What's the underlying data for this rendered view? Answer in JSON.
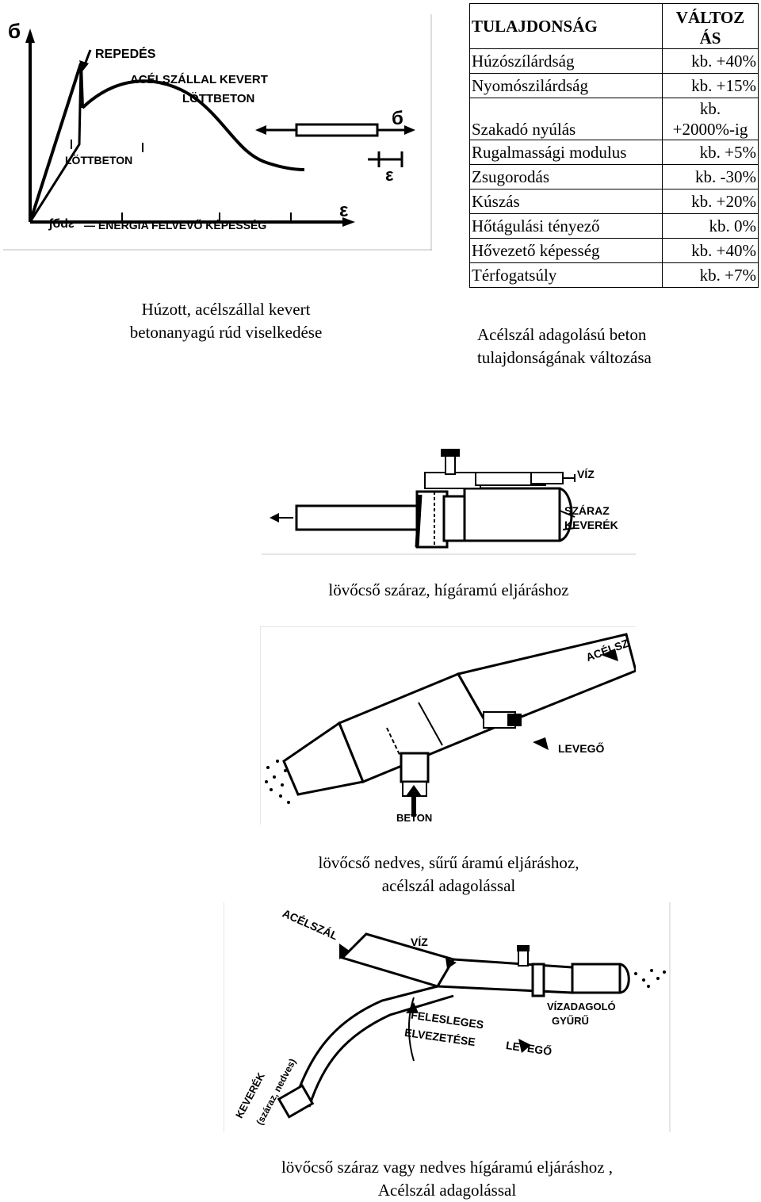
{
  "graph": {
    "axis_y": "б",
    "axis_x": "ε",
    "label_repedes": "REPEDÉS",
    "label_acel_1": "ACÉLSZÁLLAL KEVERT",
    "label_acel_2": "LÖTTBETON",
    "label_lottbeton": "LÖTTBETON",
    "label_sigma_right": "б",
    "label_eps_right": "ε",
    "integral": "∫бdε",
    "energy": "— ENERGIA FELVEVŐ KÉPESSÉG"
  },
  "graph_caption": [
    "Húzott, acélszállal kevert",
    "betonanyagú  rúd viselkedése"
  ],
  "table": {
    "header_property": "TULAJDONSÁG",
    "header_change_1": "VÁLTOZ",
    "header_change_2": "ÁS",
    "rows": [
      {
        "property": "Húzószílárdság",
        "change": "kb. +40%"
      },
      {
        "property": "Nyomószilárdság",
        "change": "kb. +15%"
      },
      {
        "property": "Szakadó nyúlás",
        "change_1": "kb.",
        "change_2": "+2000%-ig"
      },
      {
        "property": "Rugalmassági modulus",
        "change": "kb. +5%"
      },
      {
        "property": "Zsugorodás",
        "change": "kb. -30%"
      },
      {
        "property": "Kúszás",
        "change": "kb. +20%"
      },
      {
        "property": "Hőtágulási tényező",
        "change": "kb. 0%"
      },
      {
        "property": "Hővezető képesség",
        "change": "kb. +40%"
      },
      {
        "property": "Térfogatsúly",
        "change": "kb. +7%"
      }
    ]
  },
  "table_caption": [
    "Acélszál adagolású beton",
    "tulajdonságának változása"
  ],
  "fig1": {
    "label_viz": "VÍZ",
    "label_szaraz": "SZÁRAZ",
    "label_keverek": "KEVERÉK",
    "caption": "lövőcső száraz, hígáramú eljáráshoz"
  },
  "fig2": {
    "label_acelsz": "ACÉLSZ",
    "label_levego": "LEVEGŐ",
    "label_beton": "BETON",
    "caption_1": "lövőcső nedves, sűrű áramú eljáráshoz,",
    "caption_2": "acélszál adagolással"
  },
  "fig3": {
    "label_acelszal": "ACÉLSZÁL",
    "label_viz": "VÍZ",
    "label_vizadagolo_1": "VÍZADAGOLÓ",
    "label_vizadagolo_2": "GYŰRŰ",
    "label_felesleges_1": "FELESLEGES",
    "label_felesleges_2": "ELVEZETÉSE",
    "label_levego": "LEVEGŐ",
    "label_keverek": "KEVERÉK",
    "label_szaraz_nedves": "(száraz, nedves)",
    "caption_1": "lövőcső száraz vagy nedves hígáramú eljáráshoz ,",
    "caption_2": "Acélszál adagolással"
  }
}
